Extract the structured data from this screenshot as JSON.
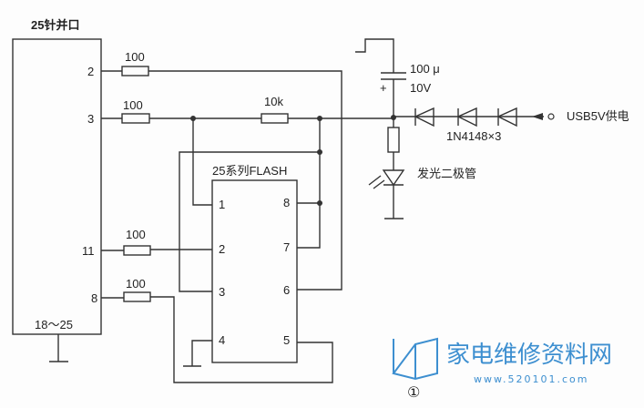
{
  "title": "25针并口",
  "port": {
    "pins": [
      "2",
      "3",
      "11",
      "8"
    ],
    "ground_pins": "18～25"
  },
  "resistors": {
    "r_pin2": "100",
    "r_pin3": "100",
    "r_pin11": "100",
    "r_pin8": "100",
    "pullup": "10k"
  },
  "chip": {
    "label": "25系列FLASH",
    "pins": [
      "1",
      "2",
      "3",
      "4",
      "5",
      "6",
      "7",
      "8"
    ]
  },
  "capacitor": {
    "value": "100 μ",
    "voltage": "10V",
    "polarity": "+"
  },
  "diodes": {
    "label": "1N4148×3"
  },
  "power": {
    "label": "USB5V供电"
  },
  "led": {
    "label": "发光二极管"
  },
  "watermark": {
    "text": "家电维修资料网",
    "url": "www.520101.com",
    "figure_number": "①"
  },
  "colors": {
    "wire": "#333333",
    "logo": "#3d8fd0"
  }
}
